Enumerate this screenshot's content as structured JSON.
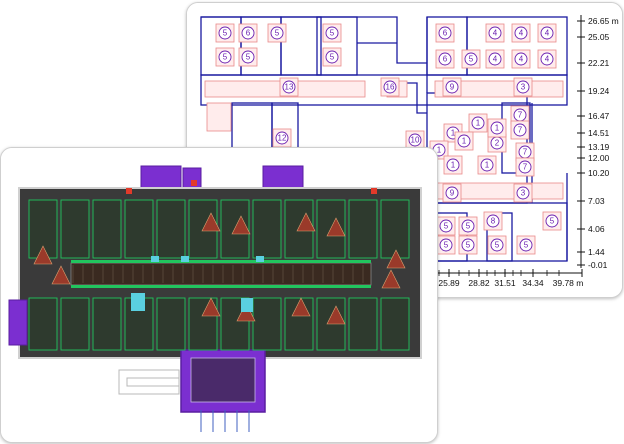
{
  "floorplan_schematic": {
    "room_labels": [
      "5",
      "5",
      "6",
      "5",
      "5",
      "5",
      "6",
      "5",
      "4",
      "4",
      "4",
      "6",
      "5",
      "4",
      "4",
      "4",
      "13",
      "16",
      "9",
      "3",
      "12",
      "10",
      "1",
      "1",
      "1",
      "1",
      "2",
      "1",
      "1",
      "1",
      "7",
      "7",
      "7",
      "7",
      "9",
      "3",
      "5",
      "5",
      "8",
      "5",
      "5",
      "5",
      "5",
      "5"
    ],
    "y_axis": {
      "ticks": [
        "26.65 m",
        "25.05",
        "22.21",
        "19.24",
        "16.47",
        "14.51",
        "13.19",
        "12.00",
        "10.20",
        "7.03",
        "4.06",
        "1.44",
        "-0.01"
      ]
    },
    "x_axis": {
      "ticks": [
        "25.89",
        "28.82",
        "31.51",
        "34.34",
        "39.78 m"
      ]
    },
    "colors": {
      "wall": "#1a1aa0",
      "room_fill": "#ffecec",
      "room_stroke": "#e88a8a",
      "label": "#6a1fb0"
    }
  },
  "cad_rendering": {
    "colors": {
      "background": "#2c2c2c",
      "wall": "#d0d0d0",
      "green": "#22c55e",
      "purple": "#7b2fd0",
      "red_triangle": "#9a3a2a",
      "corridor": "#3a2a20"
    }
  }
}
